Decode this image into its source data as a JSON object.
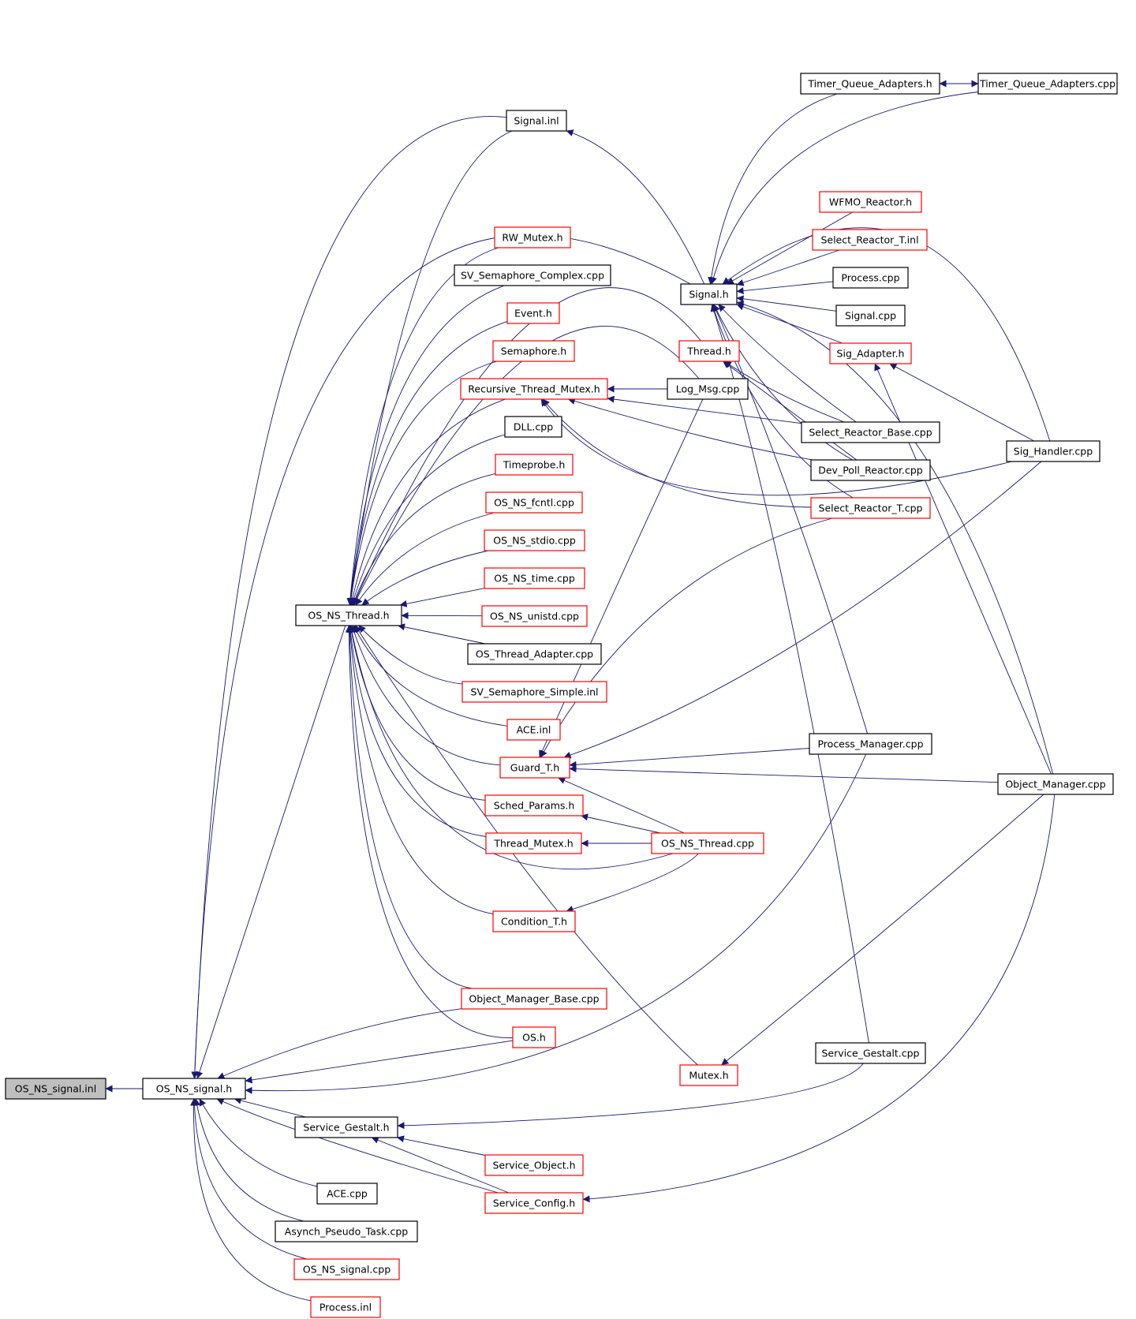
{
  "colors": {
    "edge": "#191970",
    "arrowhead": "#191970",
    "node_border_default": "#000000",
    "node_border_truncated": "#ff0000",
    "node_fill_focus": "#bfbfbf",
    "node_fill": "#ffffff"
  },
  "graph": {
    "focus_node": "OS_NS_signal.inl",
    "nodes": [
      {
        "id": "os_ns_signal_inl",
        "label": "OS_NS_signal.inl",
        "style": "focus"
      },
      {
        "id": "os_ns_signal_h",
        "label": "OS_NS_signal.h",
        "style": "normal"
      },
      {
        "id": "os_ns_thread_h",
        "label": "OS_NS_Thread.h",
        "style": "normal"
      },
      {
        "id": "signal_inl",
        "label": "Signal.inl",
        "style": "normal"
      },
      {
        "id": "rw_mutex_h",
        "label": "RW_Mutex.h",
        "style": "red"
      },
      {
        "id": "sv_semaphore_complex_cpp",
        "label": "SV_Semaphore_Complex.cpp",
        "style": "normal"
      },
      {
        "id": "event_h",
        "label": "Event.h",
        "style": "red"
      },
      {
        "id": "semaphore_h",
        "label": "Semaphore.h",
        "style": "red"
      },
      {
        "id": "recursive_thread_mutex_h",
        "label": "Recursive_Thread_Mutex.h",
        "style": "red"
      },
      {
        "id": "dll_cpp",
        "label": "DLL.cpp",
        "style": "normal"
      },
      {
        "id": "timeprobe_h",
        "label": "Timeprobe.h",
        "style": "red"
      },
      {
        "id": "os_ns_fcntl_cpp",
        "label": "OS_NS_fcntl.cpp",
        "style": "red"
      },
      {
        "id": "os_ns_stdio_cpp",
        "label": "OS_NS_stdio.cpp",
        "style": "red"
      },
      {
        "id": "os_ns_time_cpp",
        "label": "OS_NS_time.cpp",
        "style": "red"
      },
      {
        "id": "os_ns_unistd_cpp",
        "label": "OS_NS_unistd.cpp",
        "style": "red"
      },
      {
        "id": "os_thread_adapter_cpp",
        "label": "OS_Thread_Adapter.cpp",
        "style": "normal"
      },
      {
        "id": "sv_semaphore_simple_inl",
        "label": "SV_Semaphore_Simple.inl",
        "style": "red"
      },
      {
        "id": "ace_inl",
        "label": "ACE.inl",
        "style": "red"
      },
      {
        "id": "guard_t_h",
        "label": "Guard_T.h",
        "style": "red"
      },
      {
        "id": "sched_params_h",
        "label": "Sched_Params.h",
        "style": "red"
      },
      {
        "id": "thread_mutex_h",
        "label": "Thread_Mutex.h",
        "style": "red"
      },
      {
        "id": "condition_t_h",
        "label": "Condition_T.h",
        "style": "red"
      },
      {
        "id": "object_manager_base_cpp",
        "label": "Object_Manager_Base.cpp",
        "style": "red"
      },
      {
        "id": "os_h",
        "label": "OS.h",
        "style": "red"
      },
      {
        "id": "service_gestalt_h",
        "label": "Service_Gestalt.h",
        "style": "normal"
      },
      {
        "id": "service_object_h",
        "label": "Service_Object.h",
        "style": "red"
      },
      {
        "id": "service_config_h",
        "label": "Service_Config.h",
        "style": "red"
      },
      {
        "id": "ace_cpp",
        "label": "ACE.cpp",
        "style": "normal"
      },
      {
        "id": "asynch_pseudo_task_cpp",
        "label": "Asynch_Pseudo_Task.cpp",
        "style": "normal"
      },
      {
        "id": "os_ns_signal_cpp",
        "label": "OS_NS_signal.cpp",
        "style": "red"
      },
      {
        "id": "process_inl",
        "label": "Process.inl",
        "style": "red"
      },
      {
        "id": "signal_h",
        "label": "Signal.h",
        "style": "normal"
      },
      {
        "id": "thread_h",
        "label": "Thread.h",
        "style": "red"
      },
      {
        "id": "log_msg_cpp",
        "label": "Log_Msg.cpp",
        "style": "normal"
      },
      {
        "id": "os_ns_thread_cpp",
        "label": "OS_NS_Thread.cpp",
        "style": "red"
      },
      {
        "id": "mutex_h",
        "label": "Mutex.h",
        "style": "red"
      },
      {
        "id": "timer_queue_adapters_h",
        "label": "Timer_Queue_Adapters.h",
        "style": "normal"
      },
      {
        "id": "timer_queue_adapters_cpp",
        "label": "Timer_Queue_Adapters.cpp",
        "style": "normal"
      },
      {
        "id": "wfmo_reactor_h",
        "label": "WFMO_Reactor.h",
        "style": "red"
      },
      {
        "id": "select_reactor_t_inl",
        "label": "Select_Reactor_T.inl",
        "style": "red"
      },
      {
        "id": "process_cpp",
        "label": "Process.cpp",
        "style": "normal"
      },
      {
        "id": "signal_cpp",
        "label": "Signal.cpp",
        "style": "normal"
      },
      {
        "id": "sig_adapter_h",
        "label": "Sig_Adapter.h",
        "style": "red"
      },
      {
        "id": "select_reactor_base_cpp",
        "label": "Select_Reactor_Base.cpp",
        "style": "normal"
      },
      {
        "id": "dev_poll_reactor_cpp",
        "label": "Dev_Poll_Reactor.cpp",
        "style": "normal"
      },
      {
        "id": "select_reactor_t_cpp",
        "label": "Select_Reactor_T.cpp",
        "style": "red"
      },
      {
        "id": "sig_handler_cpp",
        "label": "Sig_Handler.cpp",
        "style": "normal"
      },
      {
        "id": "process_manager_cpp",
        "label": "Process_Manager.cpp",
        "style": "normal"
      },
      {
        "id": "object_manager_cpp",
        "label": "Object_Manager.cpp",
        "style": "normal"
      },
      {
        "id": "service_gestalt_cpp",
        "label": "Service_Gestalt.cpp",
        "style": "normal"
      }
    ]
  }
}
